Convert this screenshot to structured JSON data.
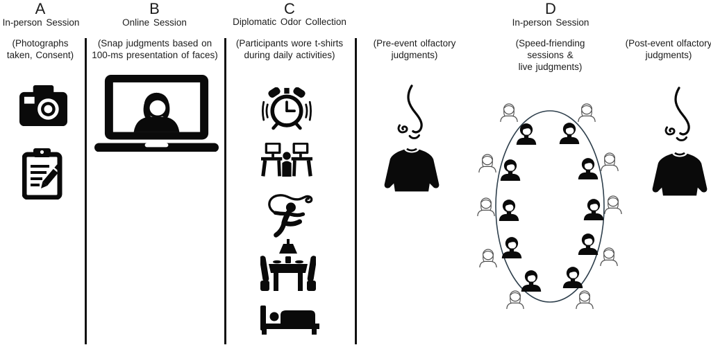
{
  "panels": [
    {
      "letter": "A",
      "title": "In-person Session",
      "caption": "(Photographs\ntaken, Consent)",
      "icons": [
        "camera-icon",
        "clipboard-with-pencil-icon"
      ]
    },
    {
      "letter": "B",
      "title": "Online Session",
      "caption": "(Snap judgments based on\n100-ms presentation of faces)",
      "icons": [
        "laptop-video-call-icon"
      ]
    },
    {
      "letter": "C",
      "title": "Diplomatic Odor Collection",
      "caption": "(Participants wore t-shirts\nduring daily activities)",
      "icons": [
        "alarm-clock-icon",
        "dual-workstations-icon",
        "ribbon-dancer-icon",
        "dinner-table-icon",
        "sleeping-bed-icon"
      ]
    },
    {
      "letter": "D",
      "title": "In-person Session",
      "subpanels": [
        {
          "caption": "(Pre-event olfactory\njudgments)",
          "icons": [
            "nose-icon",
            "tshirt-icon"
          ]
        },
        {
          "caption": "(Speed-friending\nsessions &\nlive judgments)",
          "icons": [
            "speed-friending-circle",
            "attendee-filled-icon",
            "attendee-outline-icon"
          ]
        },
        {
          "caption": "(Post-event olfactory\njudgments)",
          "icons": [
            "nose-icon",
            "tshirt-icon"
          ]
        }
      ]
    }
  ],
  "speed_friending": {
    "inner_attendees": 10,
    "outer_attendees": 10
  },
  "colors": {
    "icon": "#0a0a0a",
    "text": "#1c1c1c",
    "divider": "#111111",
    "circle_stroke": "#2e3f4c",
    "outline_person": "#4f4f4f"
  }
}
